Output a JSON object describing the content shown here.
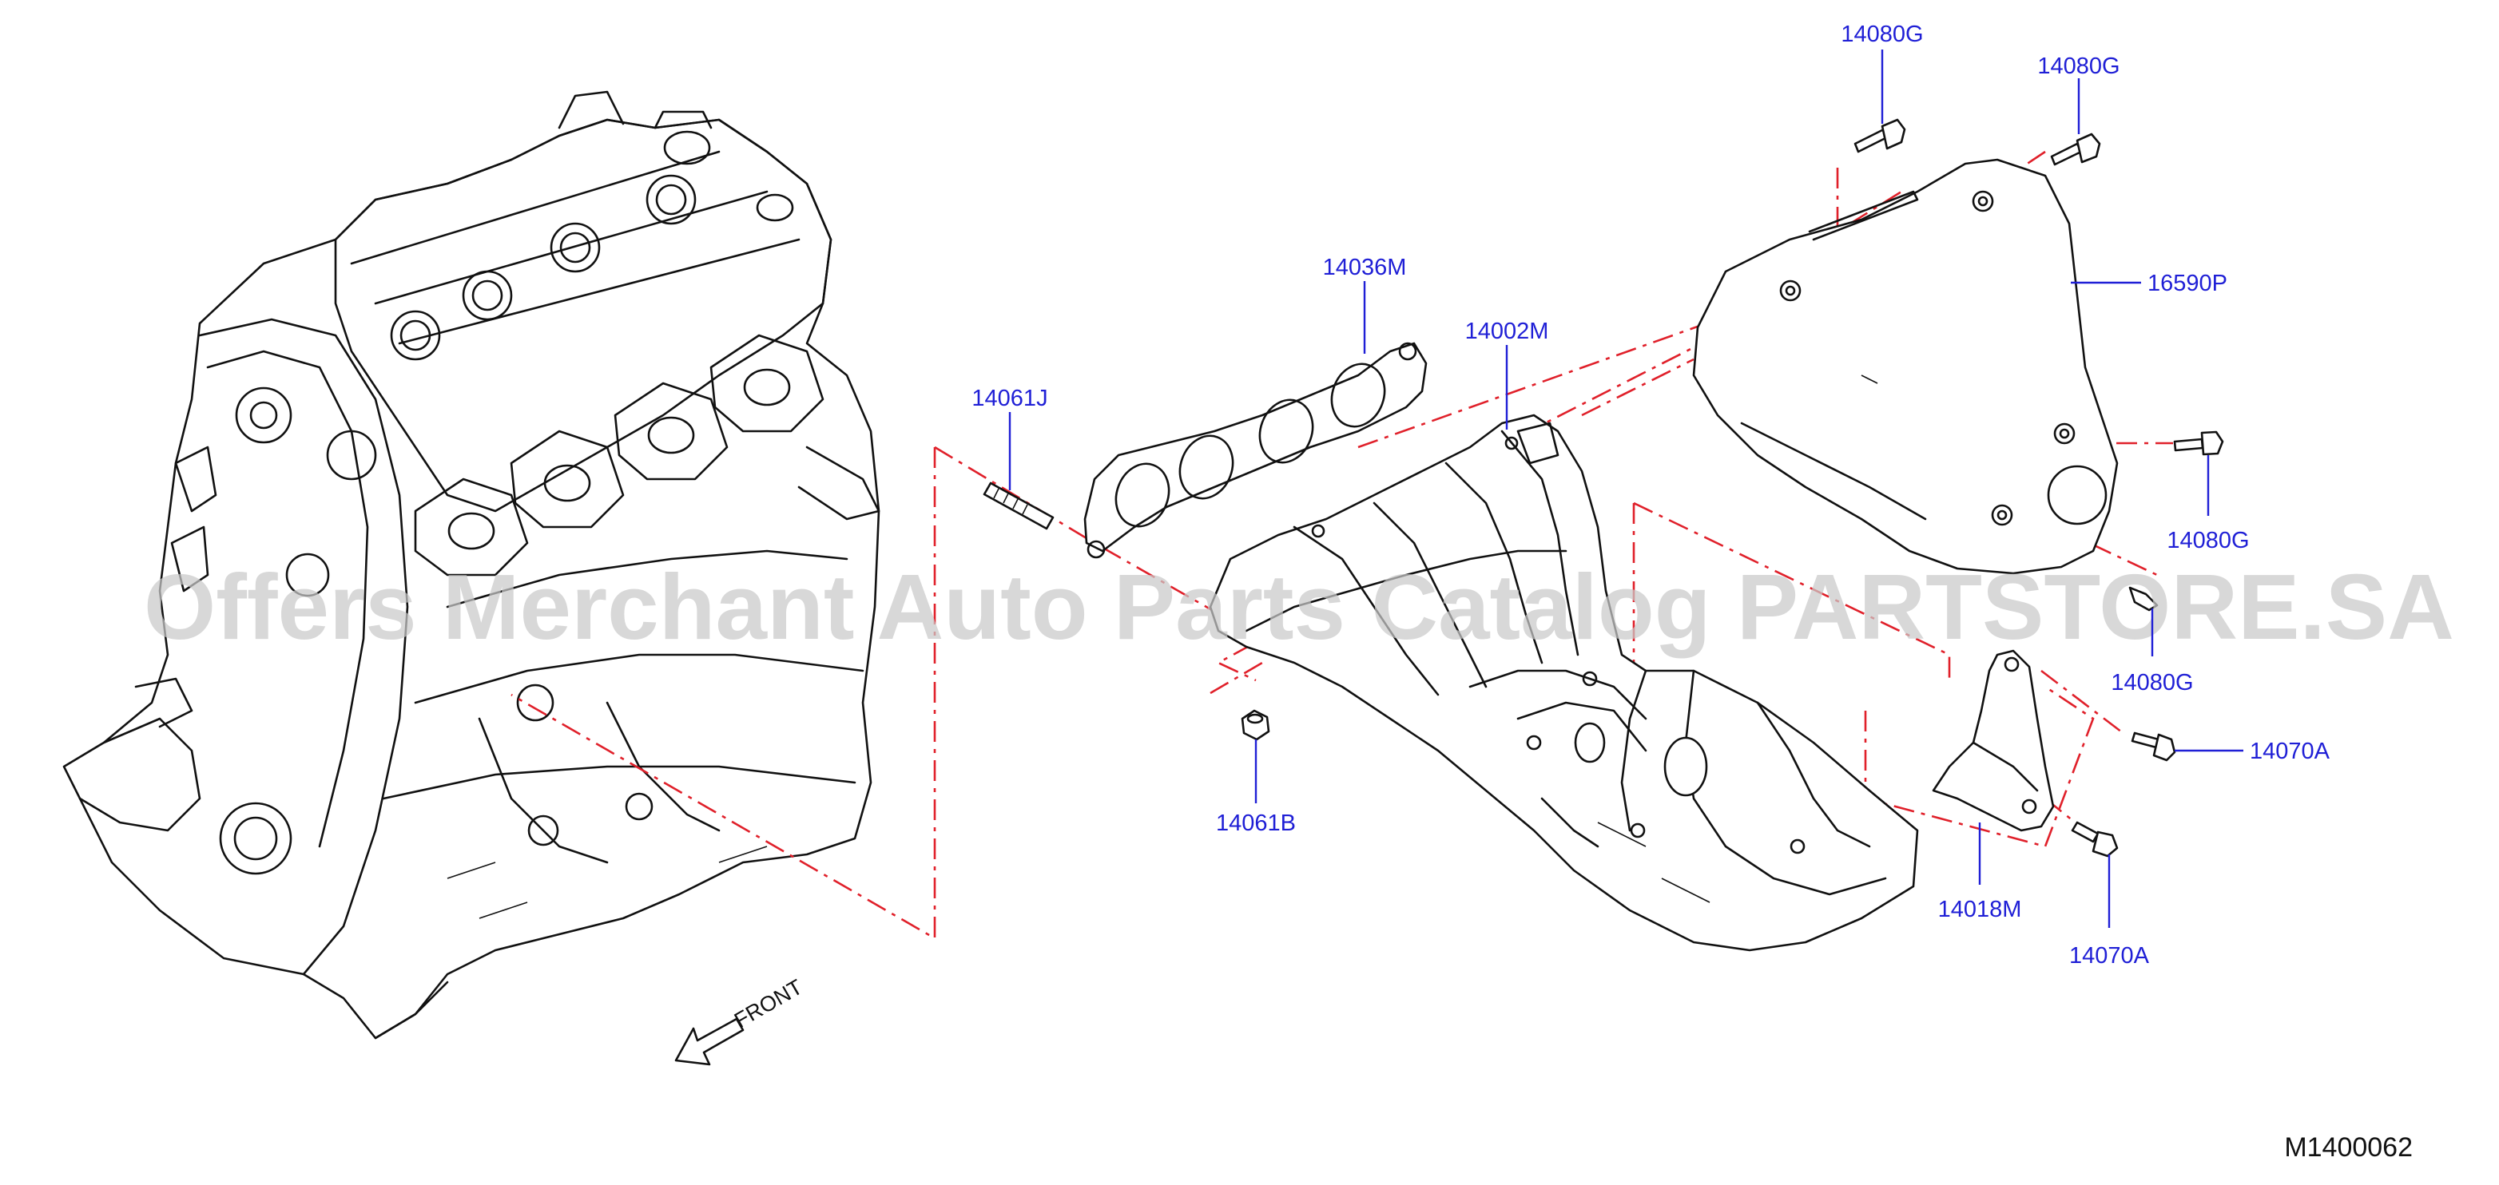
{
  "diagram": {
    "code": "M1400062",
    "front_label": "FRONT",
    "watermark": "Offers Merchant Auto Parts Catalog PARTSTORE.SA",
    "colors": {
      "label": "#1f1fd6",
      "leader": "#1f1fd6",
      "centerline": "#e0202a",
      "lines": "#111111",
      "watermark": "#c9c9c9"
    },
    "parts": [
      {
        "id": "p1",
        "number": "14080G"
      },
      {
        "id": "p2",
        "number": "14080G"
      },
      {
        "id": "p3",
        "number": "14036M"
      },
      {
        "id": "p4",
        "number": "14002M"
      },
      {
        "id": "p5",
        "number": "16590P"
      },
      {
        "id": "p6",
        "number": "14061J"
      },
      {
        "id": "p7",
        "number": "14080G"
      },
      {
        "id": "p8",
        "number": "14080G"
      },
      {
        "id": "p9",
        "number": "14070A"
      },
      {
        "id": "p10",
        "number": "14061B"
      },
      {
        "id": "p11",
        "number": "14018M"
      },
      {
        "id": "p12",
        "number": "14070A"
      }
    ]
  }
}
